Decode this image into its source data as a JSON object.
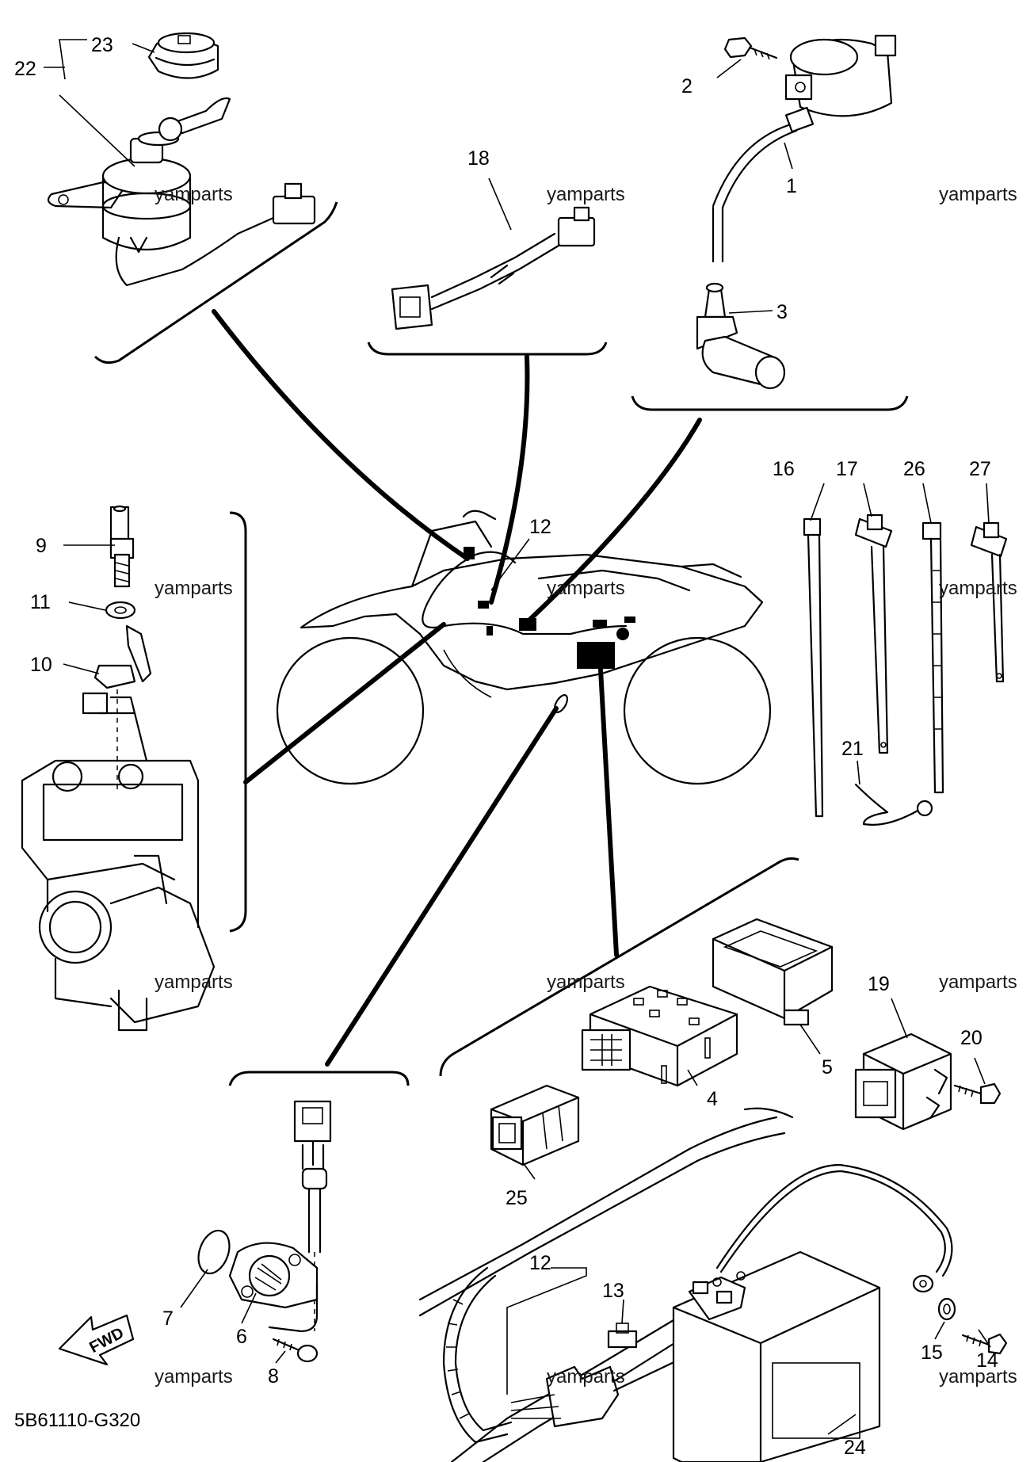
{
  "diagram": {
    "drawing_code": "5B61110-G320",
    "watermark": "yamparts",
    "fwd_label": "FWD",
    "callouts": {
      "c1": "1",
      "c2": "2",
      "c3": "3",
      "c4": "4",
      "c5": "5",
      "c6": "6",
      "c7": "7",
      "c8": "8",
      "c9": "9",
      "c10": "10",
      "c11": "11",
      "c12a": "12",
      "c12b": "12",
      "c13": "13",
      "c14": "14",
      "c15": "15",
      "c16": "16",
      "c17": "17",
      "c18": "18",
      "c19": "19",
      "c20": "20",
      "c21": "21",
      "c22": "22",
      "c23": "23",
      "c24": "24",
      "c25": "25",
      "c26": "26",
      "c27": "27"
    }
  }
}
